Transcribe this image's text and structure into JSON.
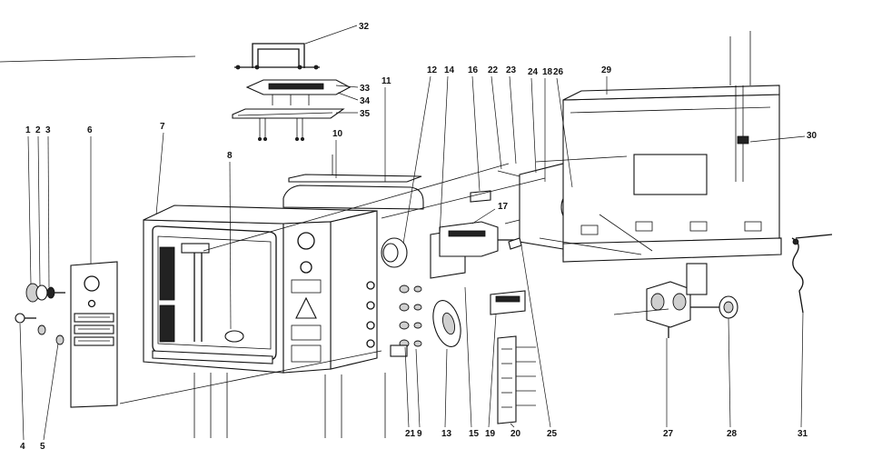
{
  "parts": [
    "1",
    "2",
    "3",
    "4",
    "5",
    "6",
    "7",
    "8",
    "9",
    "10",
    "11",
    "12",
    "13",
    "14",
    "15",
    "16",
    "17",
    "18",
    "19",
    "20",
    "21",
    "22",
    "23",
    "24",
    "25",
    "26",
    "27",
    "28",
    "29",
    "30",
    "31",
    "32",
    "33",
    "34",
    "35"
  ],
  "colors": {
    "ink": "#111111",
    "paper": "#ffffff",
    "shade": "#cfcfcf"
  }
}
